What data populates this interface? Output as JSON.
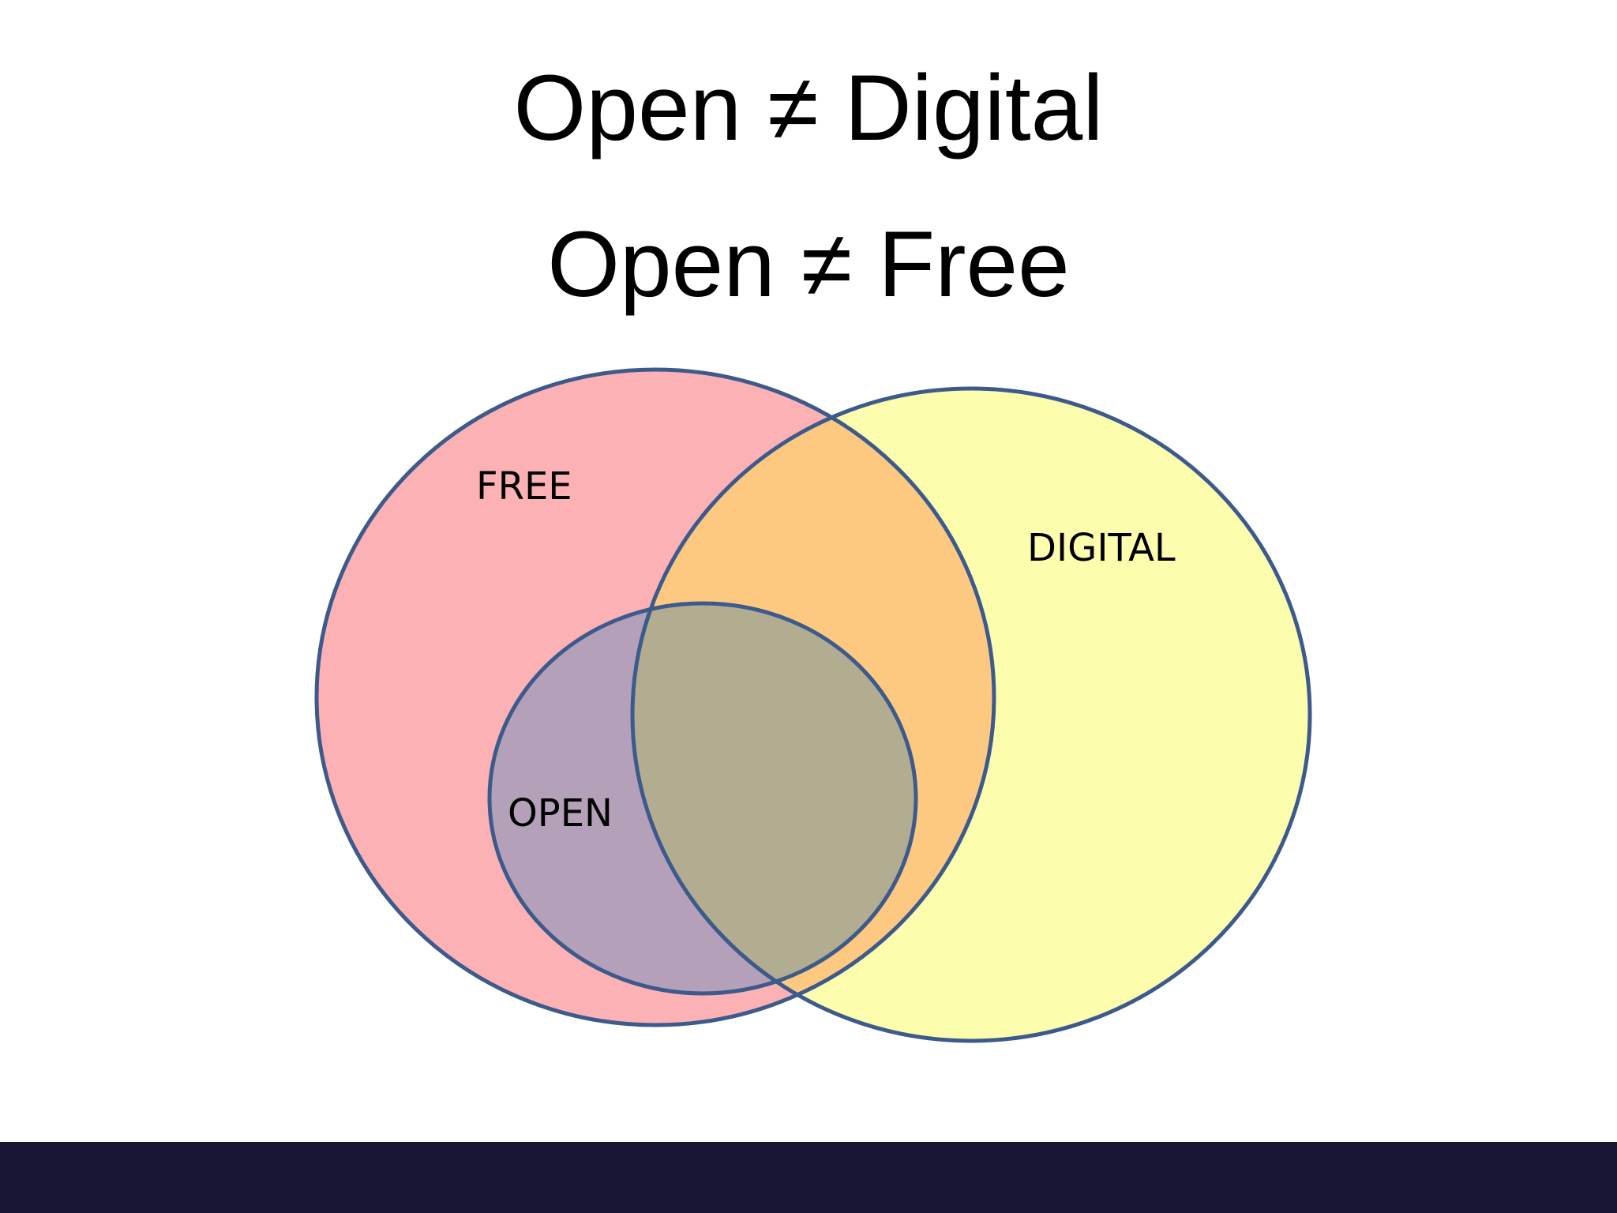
{
  "headings": {
    "line1": "Open ≠ Digital",
    "line2": "Open ≠ Free"
  },
  "venn": {
    "sets": [
      {
        "key": "free",
        "label": "FREE",
        "fill": "#fcb2b5"
      },
      {
        "key": "digital",
        "label": "DIGITAL",
        "fill": "#fdfdae"
      },
      {
        "key": "open",
        "label": "OPEN",
        "fill": "#9a9cc4"
      }
    ],
    "overlap_colors": {
      "free_digital": "#fdc880",
      "open_digital": "#b2ad90",
      "open_free": "#b4a0b8"
    },
    "outline_color": "#3d5a8c"
  },
  "footer": {
    "bar_color": "#171533"
  }
}
